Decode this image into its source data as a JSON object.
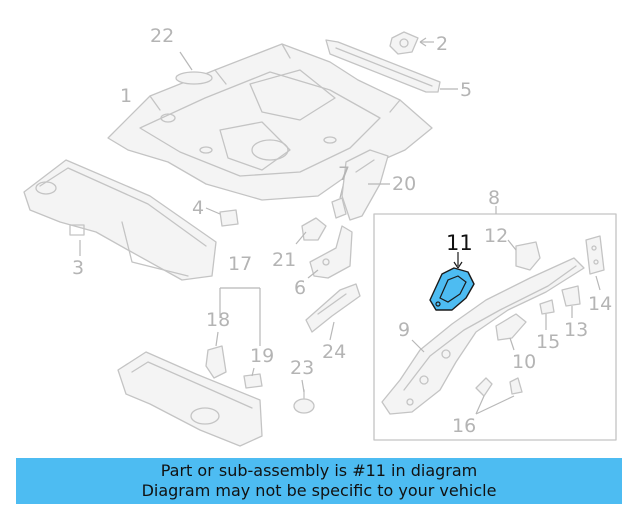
{
  "diagram": {
    "callouts": [
      "1",
      "2",
      "3",
      "4",
      "5",
      "6",
      "7",
      "8",
      "9",
      "10",
      "11",
      "12",
      "13",
      "14",
      "15",
      "16",
      "17",
      "18",
      "19",
      "20",
      "21",
      "22",
      "23",
      "24"
    ],
    "highlighted_part": "11"
  },
  "banner": {
    "line1": "Part or sub-assembly is #11 in diagram",
    "line2": "Diagram may not be specific to your vehicle"
  },
  "colors": {
    "highlight": "#4dbcf2",
    "line_art": "#c4c4c4",
    "text": "#111111"
  }
}
